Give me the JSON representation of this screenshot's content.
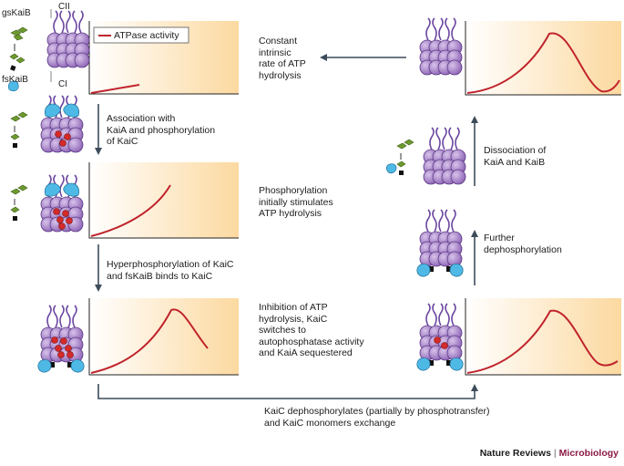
{
  "labels": {
    "gskaib": "gsKaiB",
    "fskaib": "fsKaiB",
    "cii": "CII",
    "ci": "CI"
  },
  "legend": {
    "atpase": "ATPase activity"
  },
  "steps": {
    "constant": "Constant\nintrinsic\nrate of ATP\nhydrolysis",
    "association": "Association with\nKaiA and phosphorylation\nof KaiC",
    "phosphorylation": "Phosphorylation\ninitially stimulates\nATP hydrolysis",
    "hyperphosphorylation": "Hyperphosphorylation of KaiC\nand fsKaiB binds to KaiC",
    "inhibition": "Inhibition of ATP\nhydrolysis, KaiC\nswitches to\nautophosphatase activity\nand KaiA sequestered",
    "dissociation": "Dissociation of\nKaiA and KaiB",
    "dephosphorylation": "Further\ndephosphorylation",
    "exchange": "KaiC dephosphorylates (partially by phosphotransfer)\nand KaiC monomers exchange"
  },
  "credit": {
    "journal": "Nature Reviews",
    "separator": "|",
    "subject": "Microbiology"
  },
  "colors": {
    "curve": "#c0242c",
    "panel": "#fcdca4",
    "kaic": "#a785c9",
    "kaia": "#4fb9e6",
    "kaib": "#6d9a2e",
    "phospho": "#d42a2a",
    "arrow": "#3d4c5a"
  }
}
